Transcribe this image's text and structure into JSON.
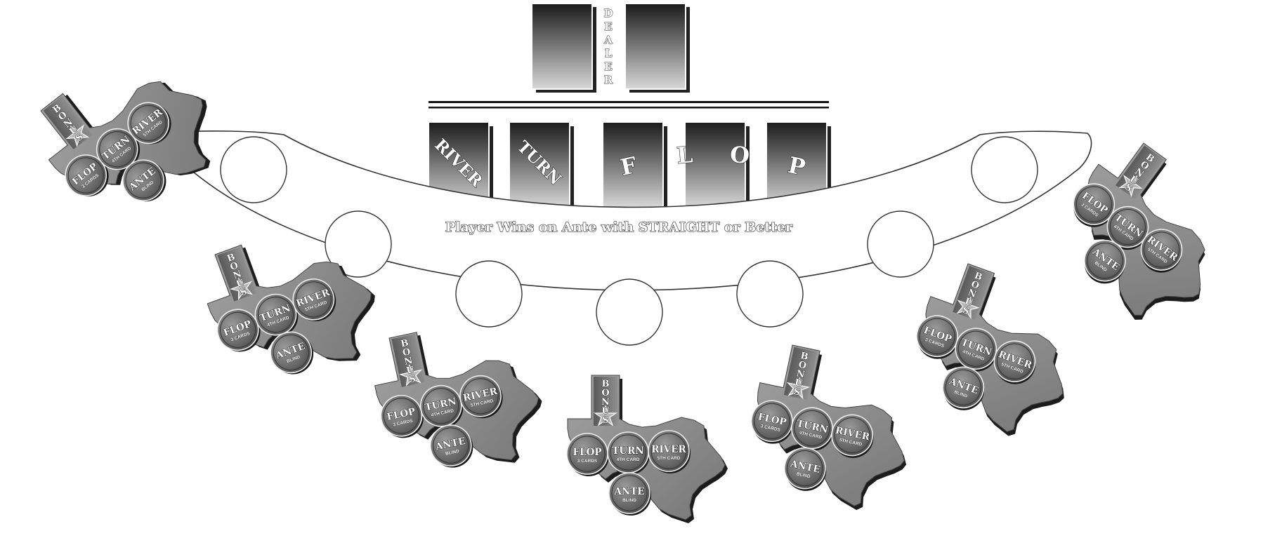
{
  "dealer": {
    "label": "DEALER",
    "letters": [
      "D",
      "E",
      "A",
      "L",
      "E",
      "R"
    ]
  },
  "community_cards": {
    "river": "RIVER",
    "turn": "TURN",
    "flop_letters": [
      "F",
      "L",
      "O",
      "P"
    ]
  },
  "rule_text": "Player Wins on Ante with STRAIGHT or Better",
  "seat_count": 7,
  "betting_spot": {
    "bonus_letters": [
      "B",
      "O",
      "N",
      "U",
      "S"
    ],
    "flop": {
      "label": "FLOP",
      "sub": "3 CARDS"
    },
    "turn": {
      "label": "TURN",
      "sub": "4TH CARD"
    },
    "river": {
      "label": "RIVER",
      "sub": "5TH CARD"
    },
    "ante": {
      "label": "ANTE",
      "sub": "BLIND"
    }
  },
  "colors": {
    "felt": "#ffffff",
    "card_dark": "#1a1a1a",
    "card_light": "#d4d4d4",
    "texas_fill": "#8a8a8a",
    "chip_fill": "#6e6e6e"
  }
}
